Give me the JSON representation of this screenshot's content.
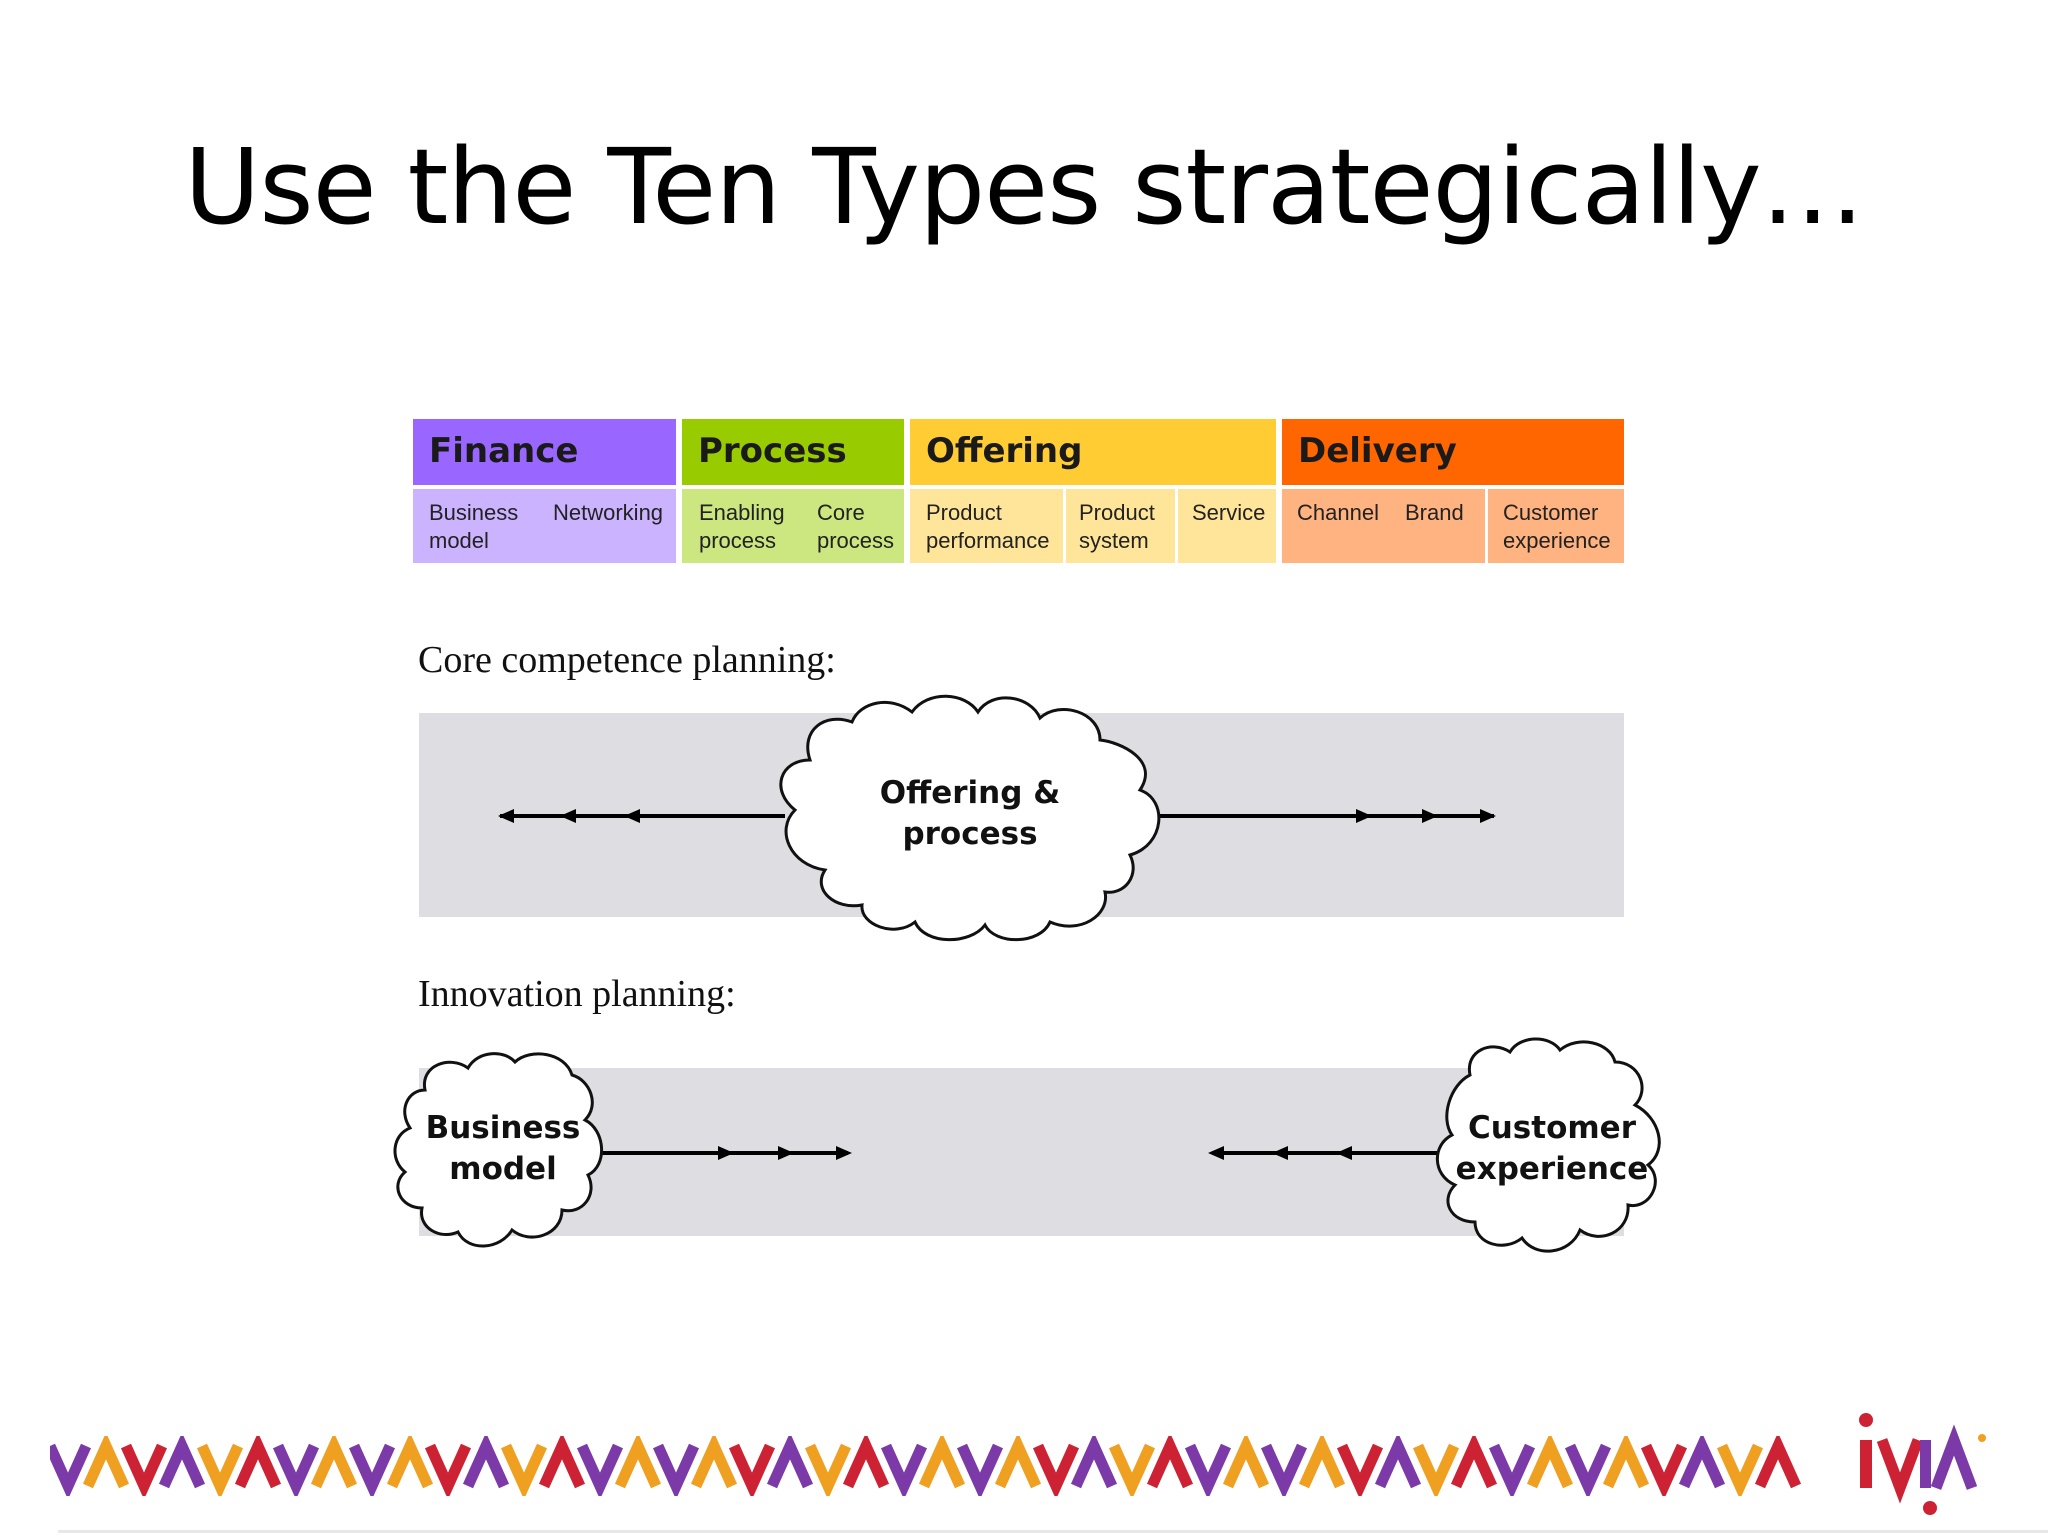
{
  "title": "Use the Ten Types strategically…",
  "categories": [
    {
      "name": "Finance",
      "header_color": "#9966ff",
      "body_color": "#ccb3ff",
      "items": [
        "Business model",
        "Networking"
      ]
    },
    {
      "name": "Process",
      "header_color": "#99cc00",
      "body_color": "#cce680",
      "items": [
        "Enabling process",
        "Core process"
      ]
    },
    {
      "name": "Offering",
      "header_color": "#ffcc33",
      "body_color": "#ffe599",
      "items": [
        "Product performance",
        "Product system",
        "Service"
      ]
    },
    {
      "name": "Delivery",
      "header_color": "#ff6600",
      "body_color": "#ffb380",
      "items": [
        "Channel",
        "Brand",
        "Customer experience"
      ]
    }
  ],
  "core_planning": {
    "label": "Core competence planning:",
    "cloud_line1": "Offering &",
    "cloud_line2": "process"
  },
  "innovation_planning": {
    "label": "Innovation planning:",
    "left_cloud_line1": "Business",
    "left_cloud_line2": "model",
    "right_cloud_line1": "Customer",
    "right_cloud_line2": "experience"
  },
  "band_color": "#dedde2",
  "logo": {
    "text": "ivia"
  }
}
